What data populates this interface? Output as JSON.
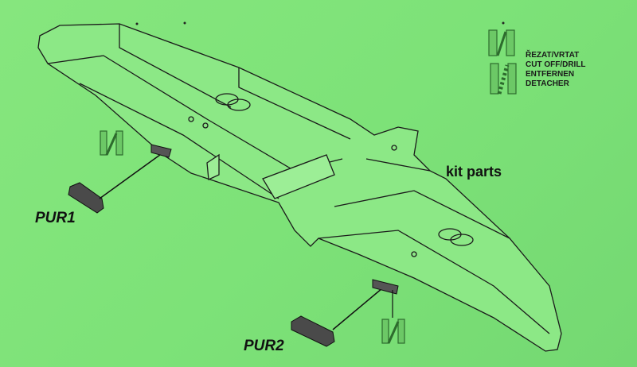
{
  "legend": {
    "icons": [
      "cut-off-icon",
      "remove-icon"
    ],
    "lines": [
      "ŘEZAT/VRTAT",
      "CUT OFF/DRILL",
      "ENTFERNEN",
      "DETACHER"
    ]
  },
  "labels": {
    "kit_parts": "kit parts",
    "pur1": "PUR1",
    "pur2": "PUR2"
  },
  "colors": {
    "paper": "#7de278",
    "ink": "#1a1a1a",
    "part": "#444444"
  }
}
